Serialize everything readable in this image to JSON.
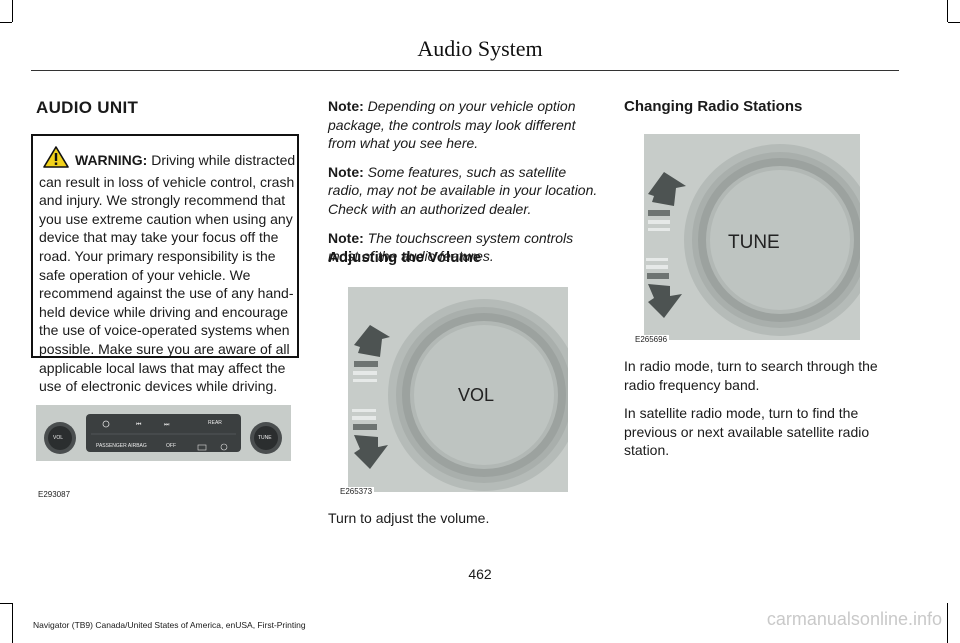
{
  "header": {
    "title": "Audio System"
  },
  "section": {
    "title": "AUDIO UNIT"
  },
  "warning": {
    "label": "WARNING:",
    "text": "Driving while distracted can result in loss of vehicle control, crash and injury. We strongly recommend that you use extreme caution when using any device that may take your focus off the road. Your primary responsibility is the safe operation of your vehicle. We recommend against the use of any hand-held device while driving and encourage the use of voice-operated systems when possible. Make sure you are aware of all applicable local laws that may affect the use of electronic devices while driving."
  },
  "figures": {
    "unit": {
      "id": "E293087",
      "vol": "VOL",
      "tune": "TUNE",
      "rear": "REAR",
      "passenger_airbag": "PASSENGER AIRBAG",
      "off": "OFF"
    },
    "volume": {
      "id": "E265373",
      "knob": "VOL"
    },
    "tune": {
      "id": "E265696",
      "knob": "TUNE"
    }
  },
  "notes": [
    {
      "label": "Note:",
      "text": "Depending on your vehicle option package, the controls may look different from what you see here."
    },
    {
      "label": "Note:",
      "text": "Some features, such as satellite radio, may not be available in your location. Check with an authorized dealer."
    },
    {
      "label": "Note:",
      "text": "The touchscreen system controls most of the audio features."
    }
  ],
  "volume_section": {
    "heading": "Adjusting the Volume",
    "text": "Turn to adjust the volume."
  },
  "stations_section": {
    "heading": "Changing Radio Stations",
    "p1": "In radio mode, turn to search through the radio frequency band.",
    "p2": "In satellite radio mode, turn to find the previous or next available satellite radio station."
  },
  "page_number": "462",
  "footer": "Navigator (TB9) Canada/United States of America, enUSA, First-Printing",
  "watermark": "carmanualsonline.info",
  "colors": {
    "figure_bg": "#c7ccc9",
    "knob_ring": "#a9afac",
    "arrow": "#4d5352"
  }
}
